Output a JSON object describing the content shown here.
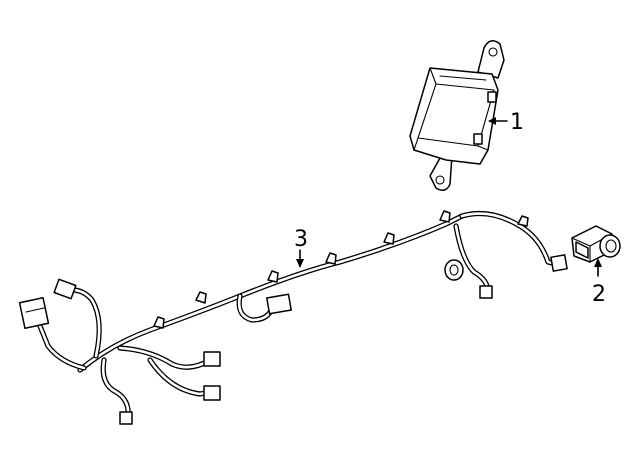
{
  "callouts": {
    "module": "1",
    "sensor": "2",
    "harness": "3"
  }
}
